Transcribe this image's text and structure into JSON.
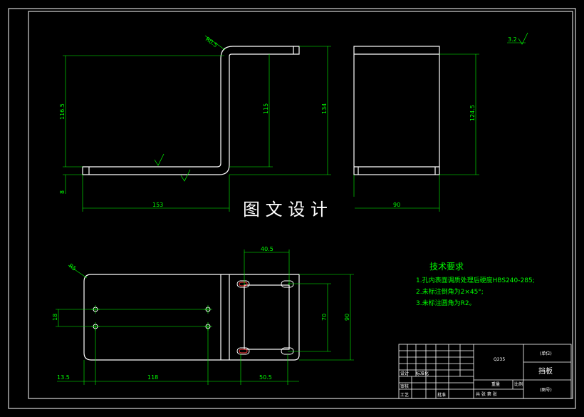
{
  "watermark": "图 文 设 计",
  "dims": {
    "r_bend": "R0.5",
    "d_116_5": "116.5",
    "d_115": "115",
    "d_134": "134",
    "d_124_5": "124.5",
    "d_8": "8",
    "d_153": "153",
    "d_90_top": "90",
    "d_40_5": "40.5",
    "d_18": "18",
    "d_70": "70",
    "d_90_side": "90",
    "d_13_5": "13.5",
    "d_118": "118",
    "d_50_5": "50.5",
    "corner": "R5",
    "rough_general": "3.2"
  },
  "tech": {
    "title": "技术要求",
    "items": [
      "1.孔内表面调质处理后硬度HBS240-285;",
      "2.未标注倒角为2×45°;",
      "3.未标注圆角为R2。"
    ]
  },
  "titleblock": {
    "material": "Q235",
    "school": "(单位)",
    "name": "挡板",
    "drawing_no": "(图号)",
    "designer": "设计",
    "standard": "标准化",
    "approve": "批准",
    "review": "审核",
    "process": "工艺",
    "weight": "重量",
    "scale": "比例",
    "sheets": "共 张 第 张"
  },
  "colors": {
    "background": "#000000",
    "outline": "#ffffff",
    "dimension": "#00ff00",
    "hole": "#ff3333"
  }
}
